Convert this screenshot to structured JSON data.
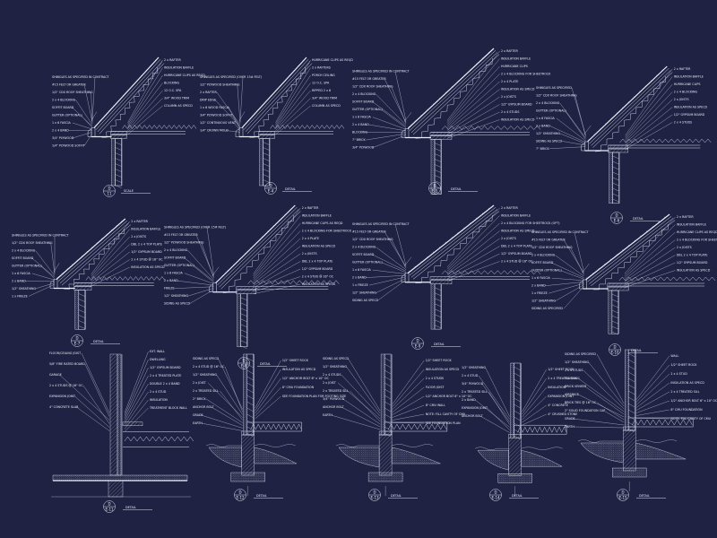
{
  "colors": {
    "background": "#1f2243",
    "linework": "#e9ecf6"
  },
  "details": [
    {
      "id": "detail-1",
      "kind": "eave",
      "bubble": {
        "top": "D",
        "bottom": "11"
      },
      "title": "SCALE",
      "labels_left": [
        "SHINGLES AS SPECIFIED IN CONTRACT",
        "#15 FELT OR GREATER",
        "1/2\" CDX ROOF SHEATHING",
        "2 x 4 BLOCKING",
        "SOFFIT BOARD",
        "GUTTER (OPTIONAL)",
        "1 x 6 FASCIA",
        "2 x 4 BAND",
        "3/4\" PLYWOOD",
        "1/4\" PLYWOOD SOFFIT"
      ],
      "labels_right": [
        "2 x RAFTER",
        "INSULATION BAFFLE",
        "HURRICANE CLIPS AS REQD",
        "BLOCKING",
        "12 O.C. SPA",
        "3/4\" WOOD TRIM",
        "COLUMN AS SPECD"
      ]
    },
    {
      "id": "detail-2",
      "kind": "eave",
      "bubble": {
        "top": "D",
        "bottom": "E-4"
      },
      "title": "DETAIL",
      "labels_left": [
        "SHINGLES AS SPECIFIED (OVER 15# FELT)",
        "1/2\" PLYWOOD SHEATHING",
        "2 x RAFTER",
        "DRIP EDGE",
        "1 x 6 WOOD FASCIA",
        "3/4\" PLYWOOD SOFFIT",
        "1/2\" CONTINUOUS VENT",
        "1/4\" CROWN MOLD"
      ],
      "labels_right": [
        "HURRICANE CLIPS AS REQD",
        "2 x RAFTERS",
        "PORCH CEILING",
        "12 O.C. SPA",
        "RIPPED 2 x 6",
        "3/4\" WOOD TRIM",
        "COLUMN AS SPECD"
      ]
    },
    {
      "id": "detail-3",
      "kind": "eave",
      "bubble": {
        "top": "D",
        "bottom": "E-5"
      },
      "title": "DETAIL",
      "labels_left": [
        "SHINGLES AS SPECIFIED IN CONTRACT",
        "#15 FELT OR GREATER",
        "1/2\" CDX ROOF SHEATHING",
        "2 x 4 BLOCKING",
        "SOFFIT BOARD",
        "GUTTER (OPTIONAL)",
        "1 x 6 FASCIA",
        "2 x 4 BAND",
        "BLOCKING",
        "7\" BRICK",
        "3/4\" PLYWOOD"
      ],
      "labels_right": [
        "2 x RAFTER",
        "INSULATION BAFFLE",
        "HURRICANE CLIPS",
        "2 x 4 BLOCKING FOR SHEETROCK",
        "2 x 4 PLATE",
        "INSULATION AS SPECD",
        "2 x JOISTS",
        "1/2\" GYPSUM BOARD",
        "2 x 4 STUDS",
        "INSULATION AS SPECD"
      ]
    },
    {
      "id": "detail-4",
      "kind": "eave",
      "bubble": {
        "top": "D",
        "bottom": "E-6"
      },
      "title": "DETAIL",
      "labels_left": [
        "SHINGLES AS SPECIFIED",
        "1/2\" CDX ROOF SHEATHING",
        "2 x 4 BLOCKING",
        "GUTTER (OPTIONAL)",
        "1 x 6 FASCIA",
        "2 x BAND",
        "1/2\" SHEATHING",
        "SIDING AS SPECD",
        "7\" BRICK"
      ],
      "labels_right": [
        "2 x RAFTER",
        "INSULATION BAFFLE",
        "HURRICANE CLIPS",
        "2 x 4 BLOCKING",
        "2 x JOISTS",
        "INSULATION AS SPECD",
        "1/2\" GYPSUM BOARD",
        "2 x 4 STUDS"
      ]
    },
    {
      "id": "detail-5",
      "kind": "eave",
      "bubble": {
        "top": "D",
        "bottom": "E-7"
      },
      "title": "DETAIL",
      "labels_left": [
        "SHINGLES AS SPECIFIED IN CONTRACT",
        "1/2\" CDX ROOF SHEATHING",
        "2 x 4 BLOCKING",
        "SOFFIT BOARD",
        "GUTTER (OPTIONAL)",
        "1 x 6 FASCIA",
        "2 x BAND",
        "1/2\" SHEATHING",
        "1 x FRIEZE"
      ],
      "labels_right": [
        "2 x RAFTER",
        "INSULATION BAFFLE",
        "2 x JOISTS",
        "DBL 2 x 4 TOP PLATE",
        "1/2\" GYPSUM BOARD",
        "2 x 4 STUD @ 16\" OC",
        "INSULATION AS SPECD"
      ]
    },
    {
      "id": "detail-6",
      "kind": "eave",
      "bubble": {
        "top": "D",
        "bottom": "E-8"
      },
      "title": "DETAIL",
      "labels_left": [
        "SHINGLES AS SPECIFIED (OVER 15# FELT)",
        "#15 FELT OR GREATER",
        "1/2\" PLYWOOD SHEATHING",
        "2 x 4 BLOCKING",
        "SOFFIT BOARD",
        "GUTTER (OPTIONAL)",
        "1 x 6 FASCIA",
        "2 x BAND",
        "FRIEZE",
        "1/2\" SHEATHING",
        "SIDING AS SPECD"
      ],
      "labels_right": [
        "2 x RAFTER",
        "INSULATION BAFFLE",
        "HURRICANE CLIPS AS REQD",
        "2 x 4 BLOCKING FOR SHEETROCK",
        "2 x 4 PLATE",
        "INSULATION AS SPECD",
        "2 x JOISTS",
        "DBL 2 x 4 TOP PLATE",
        "1/2\" GYPSUM BOARD",
        "2 x 4 STUD @ 16\" OC",
        "INSULATION AS SPECD"
      ]
    },
    {
      "id": "detail-7",
      "kind": "eave",
      "bubble": {
        "top": "D",
        "bottom": "E-9"
      },
      "title": "DETAIL",
      "labels_left": [
        "SHINGLES AS SPECIFIED IN CONTRACT",
        "#15 FELT OR GREATER",
        "1/2\" CDX ROOF SHEATHING",
        "2 x 4 BLOCKING",
        "SOFFIT BOARD",
        "GUTTER (OPTIONAL)",
        "1 x 6 FASCIA",
        "2 x BAND",
        "1 x FRIEZE",
        "1/2\" SHEATHING",
        "SIDING AS SPECD"
      ],
      "labels_right": [
        "2 x RAFTER",
        "INSULATION BAFFLE",
        "2 x 4 BLOCKING FOR SHEETROCK (OPT)",
        "INSULATION AS SPECD",
        "2 x JOISTS",
        "DBL 2 x 4 TOP PLATE",
        "1/2\" GYPSUM BOARD",
        "2 x 4 STUD @ 16\" OC"
      ]
    },
    {
      "id": "detail-8",
      "kind": "eave",
      "bubble": {
        "top": "D",
        "bottom": "E-10"
      },
      "title": "DETAIL",
      "labels_left": [
        "SHINGLES AS SPECIFIED IN CONTRACT",
        "#15 FELT OR GREATER",
        "1/2\" CDX ROOF SHEATHING",
        "2 x 4 BLOCKING",
        "SOFFIT BOARD",
        "GUTTER (OPTIONAL)",
        "1 x 6 FASCIA",
        "2 x BAND",
        "1 x FRIEZE",
        "1/2\" SHEATHING",
        "SIDING AS SPECIFIED"
      ],
      "labels_right": [
        "2 x RAFTER",
        "INSULATION BAFFLE",
        "HURRICANE CLIPS AS REQD",
        "2 x 4 BLOCKING FOR SHEETROCK (OPT)",
        "2 x JOISTS",
        "DBL 2 x 4 TOP PLATE",
        "1/2\" GYPSUM BOARD",
        "INSULATION AS SPECD"
      ]
    },
    {
      "id": "detail-9",
      "kind": "wall",
      "bubble": {
        "top": "D",
        "bottom": "E-11"
      },
      "title": "DETAIL",
      "labels_left": [
        "FLOOR/CEILING JOIST",
        "5/8\" FIRE RATED BOARD",
        "GARAGE",
        "2 x 4 STUDS @ 16\" OC",
        "EXPANSION JOINT",
        "4\" CONCRETE SLAB"
      ],
      "labels_right": [
        "EXT. WALL",
        "DWELLING",
        "1/2\" GYPSUM BOARD",
        "2 x 4 TREATED PLATE",
        "DOUBLE 2 x 4 BAND",
        "2 x 4 STUD",
        "INSULATION",
        "TREATMENT BLOCK WALL"
      ]
    },
    {
      "id": "detail-10",
      "kind": "foundation",
      "bubble": {
        "top": "D",
        "bottom": "E-12"
      },
      "title": "DETAIL",
      "labels_left": [
        "SIDING AS SPECD",
        "2 x 4 STUD @ 16\" OC",
        "1/2\" SHEATHING",
        "2 x JOIST",
        "2 x TREATED SILL",
        "2\" BRICK",
        "ANCHOR BOLT",
        "GRADE",
        "EARTH"
      ],
      "labels_right": [
        "1/2\" SHEET ROCK",
        "INSULATION AS SPECD",
        "1/2\" ANCHOR BOLT 6\" x 10\" OC",
        "8\" CMU FOUNDATION",
        "SEE FOUNDATION PLAN FOR FOOTING SIZE"
      ]
    },
    {
      "id": "detail-11",
      "kind": "foundation",
      "bubble": {
        "top": "D",
        "bottom": "E-13"
      },
      "title": "DETAIL",
      "labels_left": [
        "SIDING AS SPECD",
        "1/2\" SHEATHING",
        "2 x 4 STUDS",
        "2 x JOIST",
        "2 x TREATED SILL",
        "3/4\" PLYWOOD",
        "ANCHOR BOLT",
        "EARTH"
      ],
      "labels_right": [
        "1/2\" SHEET ROCK",
        "INSULATION AS SPECD",
        "2 x 4 STUDS",
        "FLOOR JOIST",
        "1/2\" ANCHOR BOLT 6\" x 10\" OC",
        "8\" CMU WALL",
        "NOTE: FILL CAVITY OF CMU",
        "SEE FOUNDATION PLAN"
      ]
    },
    {
      "id": "detail-12",
      "kind": "foundation",
      "bubble": {
        "top": "D",
        "bottom": "E-14"
      },
      "title": "DETAIL",
      "labels_left": [
        "1/2\" SHEATHING",
        "2 x 4 STUD",
        "3/4\" PLYWOOD",
        "2 x TREATED SILL",
        "2 x BAND",
        "EXPANSION JOINT",
        "ANCHOR BOLT"
      ],
      "labels_right": [
        "1/2\" SHEET ROCK",
        "2 x 4 TREATED SILL",
        "INSULATION",
        "EXPANSION JOINT",
        "4\" CONCRETE",
        "4\" CRUSHED STONE"
      ]
    },
    {
      "id": "detail-13",
      "kind": "foundation",
      "bubble": {
        "top": "D",
        "bottom": "E-15"
      },
      "title": "DETAIL",
      "labels_left": [
        "SIDING AS SPECIFIED",
        "1/2\" SHEATHING",
        "2 x 4 STUDS",
        "FLASHING",
        "BRICK VENEER",
        "AIRSPACE",
        "BRICK TIES @ 16\" OC",
        "2\" SOLID FOUNDATION CAP",
        "GRADE",
        "EARTH"
      ],
      "labels_right": [
        "WALL",
        "1/2\" SHEET ROCK",
        "2 x 4 STUD",
        "INSULATION AS SPECD",
        "2 x 4 TREATED SILL",
        "1/2\" ANCHOR BOLT 6\" x 10\" OC",
        "8\" CMU FOUNDATION",
        "NOTE: FILL CAVITY OF CMU"
      ]
    }
  ]
}
